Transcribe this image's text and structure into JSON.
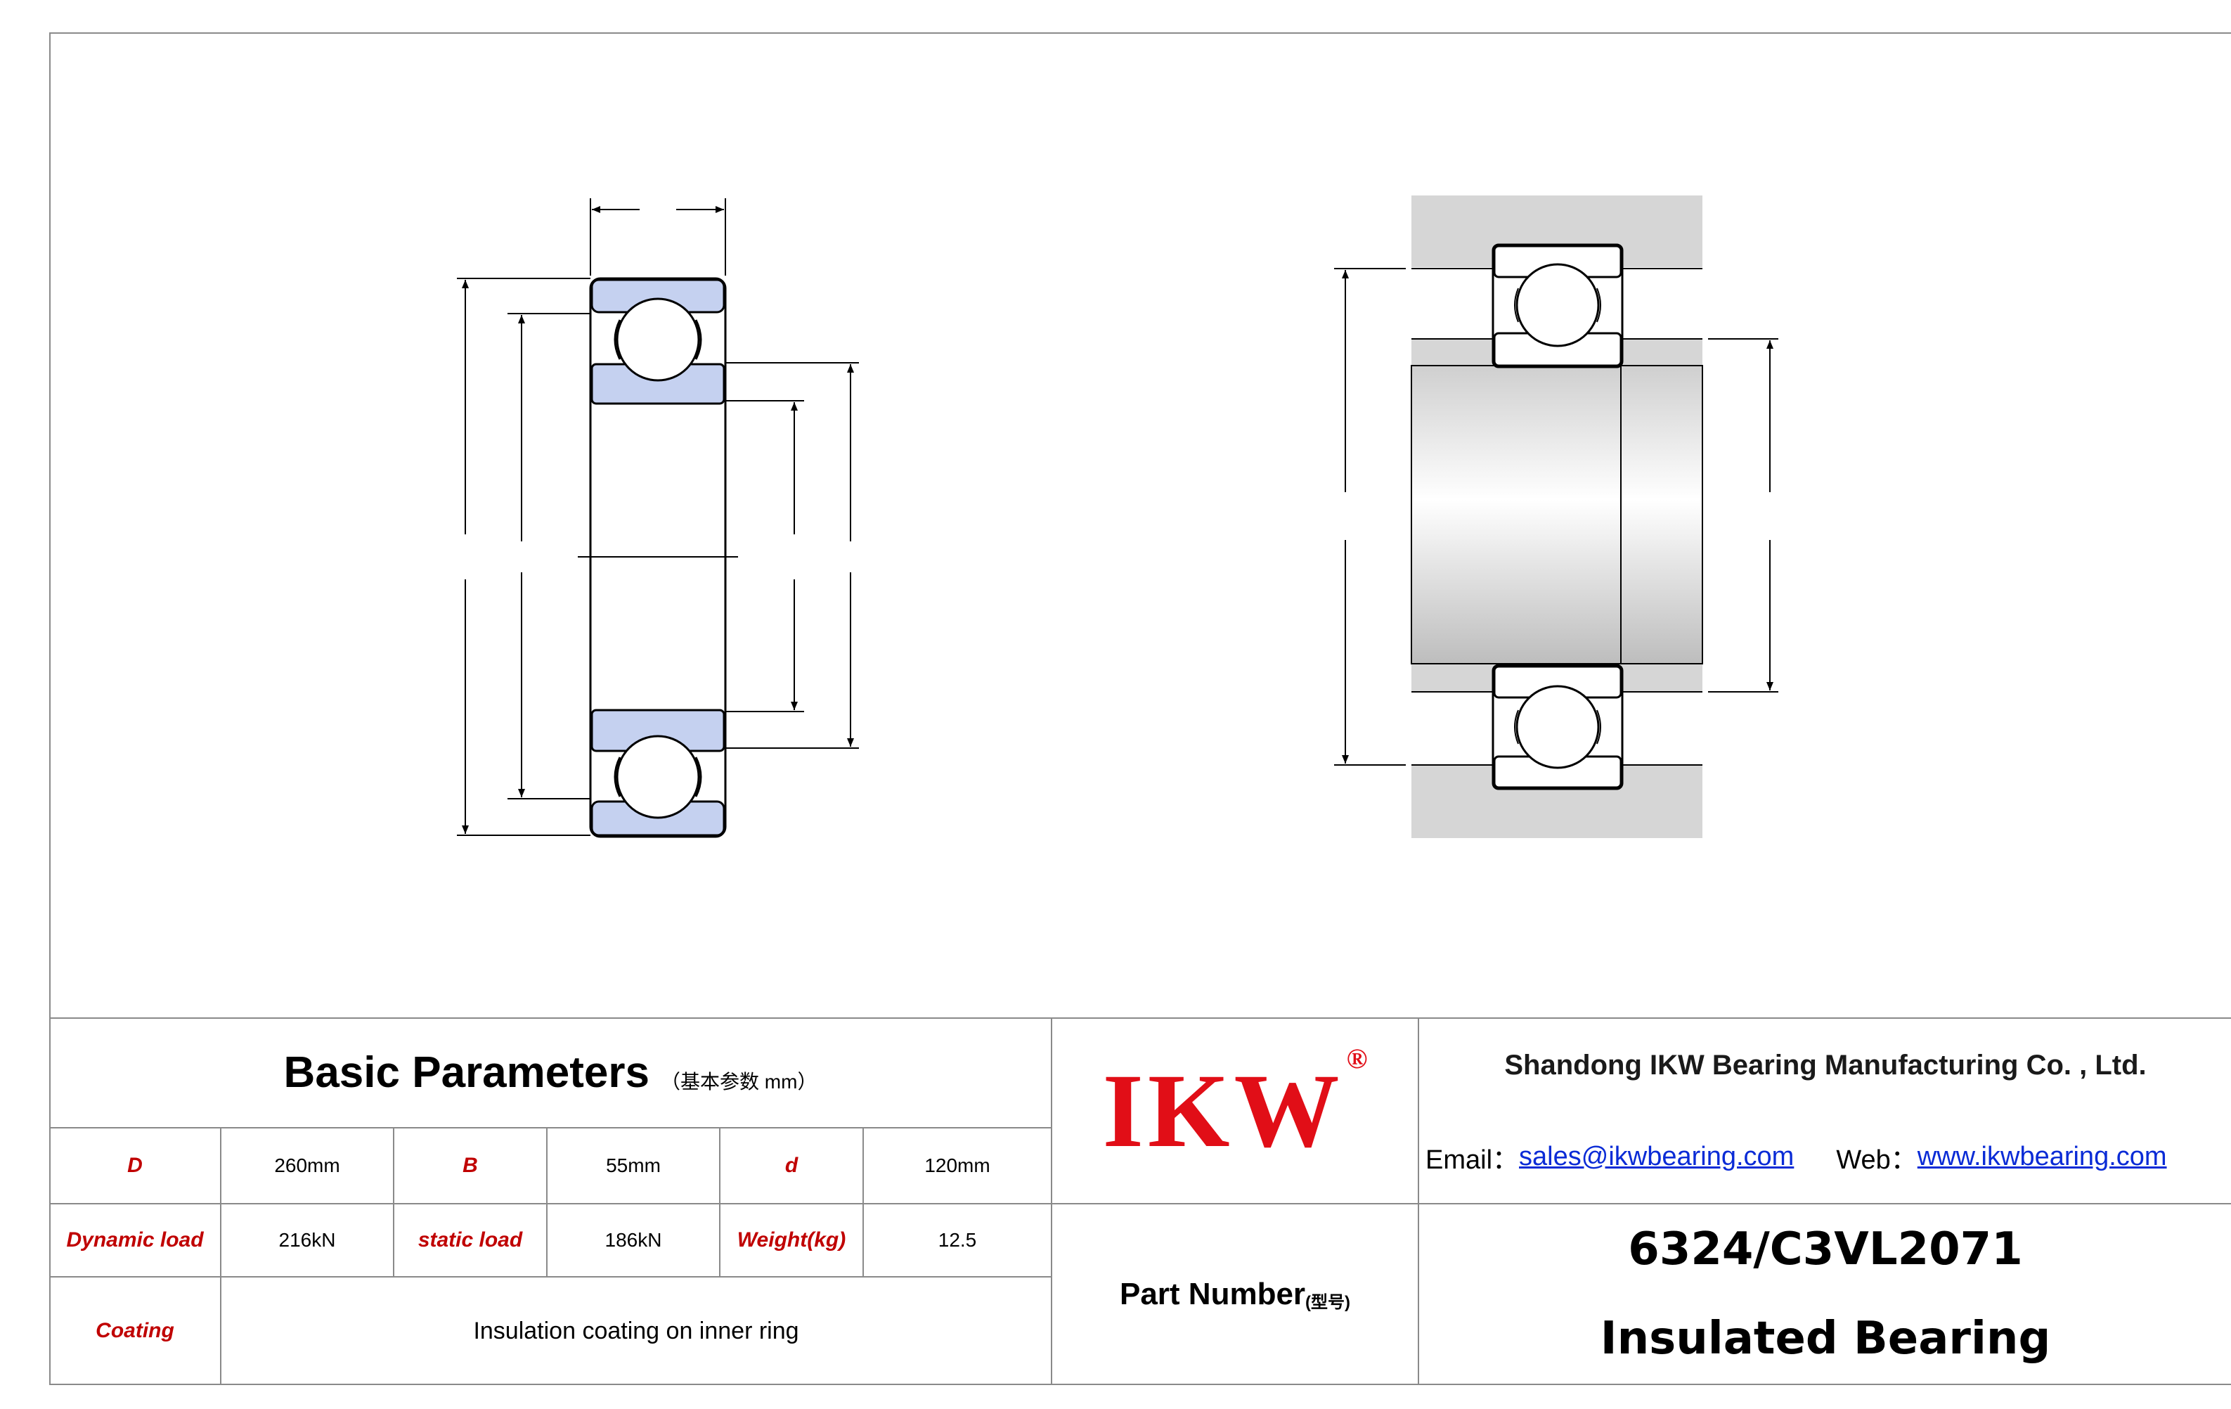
{
  "params_title": "Basic Parameters",
  "params_subtitle": "（基本参数 mm）",
  "params": {
    "D_label": "D",
    "D_value": "260mm",
    "B_label": "B",
    "B_value": "55mm",
    "d_label": "d",
    "d_value": "120mm",
    "dynamic_label": "Dynamic load",
    "dynamic_value": "216kN",
    "static_label": "static load",
    "static_value": "186kN",
    "weight_label": "Weight(kg)",
    "weight_value": "12.5",
    "coating_label": "Coating",
    "coating_value": "Insulation coating on inner ring"
  },
  "logo": {
    "text": "IKW",
    "mark": "®",
    "color": "#e10e17"
  },
  "part_number_label": "Part Number",
  "part_number_label_small": "(型号)",
  "company": "Shandong IKW Bearing Manufacturing Co. , Ltd.",
  "email_label": "Email：",
  "email": "sales@ikwbearing.com",
  "web_label": "Web：",
  "web": "www.ikwbearing.com",
  "part_number": "6324/C3VL2071",
  "product_name": "Insulated Bearing",
  "colors": {
    "ring_fill": "#c5d1f0",
    "label_red": "#c00000",
    "link_blue": "#0a2bd6",
    "housing_grey": "#d6d6d6"
  }
}
